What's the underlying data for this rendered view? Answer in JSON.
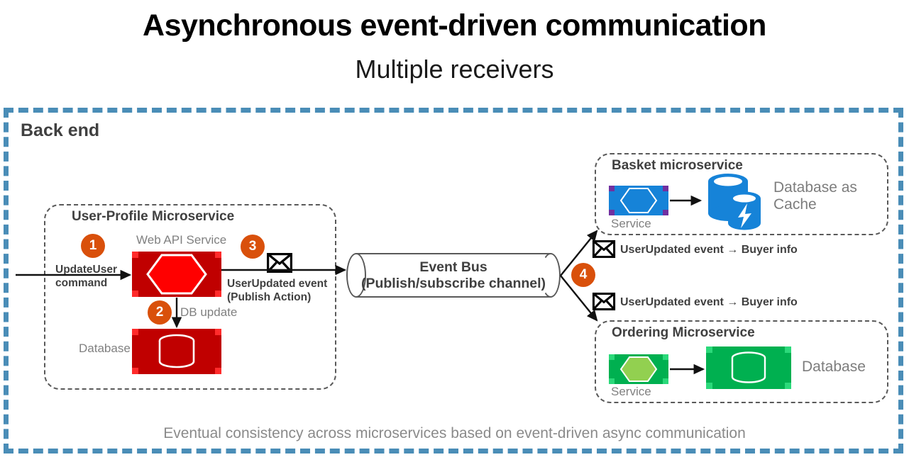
{
  "title": {
    "main": "Asynchronous event-driven communication",
    "sub": "Multiple receivers"
  },
  "backend": {
    "label": "Back end",
    "border_color": "#4A8DB7",
    "caption": "Eventual consistency across microservices based on event-driven async communication"
  },
  "user_profile": {
    "title": "User-Profile Microservice",
    "badge_1": "1",
    "badge_2": "2",
    "badge_3": "3",
    "command_label_line1": "UpdateUser",
    "command_label_line2": "command",
    "web_api_label": "Web API Service",
    "database_label": "Database",
    "db_update_label": "DB update",
    "publish_label_line1": "UserUpdated event",
    "publish_label_line2": "(Publish Action)",
    "envelope_icon": "envelope-icon",
    "service_fill": "#C00000",
    "hexagon_fill": "#FF0000"
  },
  "event_bus": {
    "line1": "Event Bus",
    "line2": "(Publish/subscribe channel)",
    "badge_4": "4"
  },
  "subscriptions": [
    {
      "icon": "envelope-icon",
      "text": "UserUpdated event → Buyer info"
    },
    {
      "icon": "envelope-icon",
      "text": "UserUpdated event → Buyer info"
    }
  ],
  "basket": {
    "title": "Basket microservice",
    "service_label": "Service",
    "database_label_line1": "Database as",
    "database_label_line2": "Cache",
    "service_fill": "#1683D8",
    "service_accent": "#7030A0",
    "db_fill": "#1683D8"
  },
  "ordering": {
    "title": "Ordering Microservice",
    "service_label": "Service",
    "database_label": "Database",
    "service_fill": "#00B050",
    "service_accent": "#00B050",
    "hexagon_fill": "#92D050",
    "db_fill": "#00B050"
  }
}
